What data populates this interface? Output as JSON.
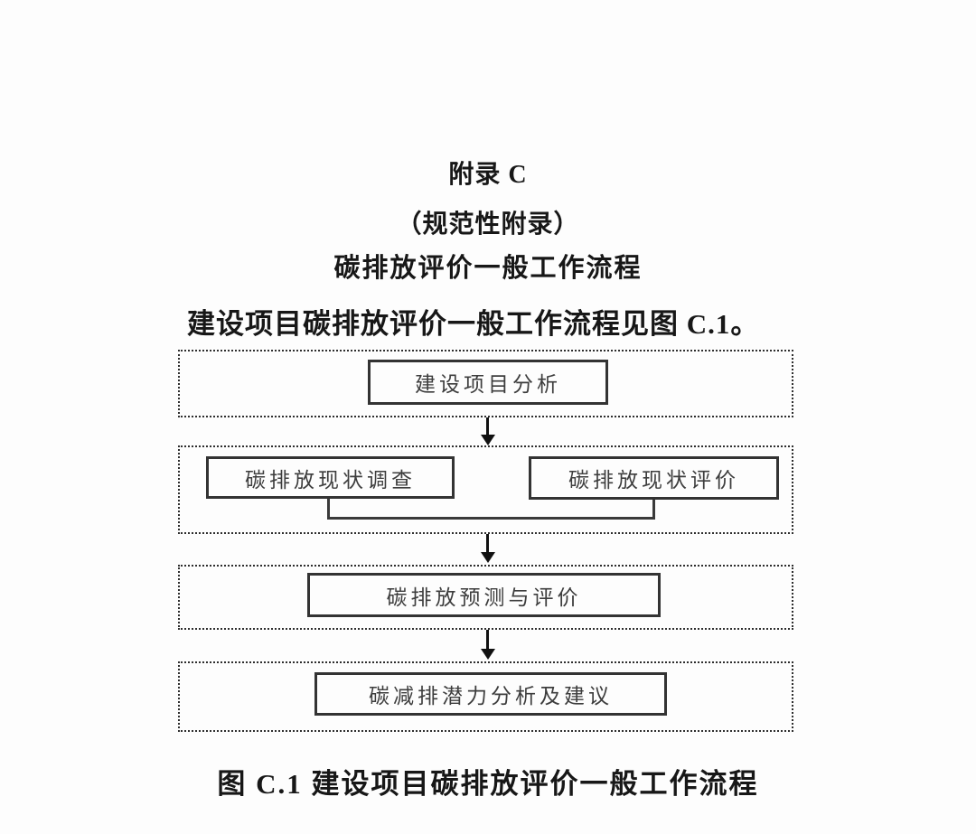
{
  "page": {
    "background_color": "#fdfdfd",
    "text_color": "#171717",
    "line_color": "#333333"
  },
  "header": {
    "appendix_title": "附录 C",
    "appendix_type": "（规范性附录）",
    "appendix_subject": "碳排放评价一般工作流程",
    "intro_text": "建设项目碳排放评价一般工作流程见图 C.1。"
  },
  "flowchart": {
    "stages": [
      {
        "boxes": [
          "建设项目分析"
        ]
      },
      {
        "boxes": [
          "碳排放现状调查",
          "碳排放现状评价"
        ]
      },
      {
        "boxes": [
          "碳排放预测与评价"
        ]
      },
      {
        "boxes": [
          "碳减排潜力分析及建议"
        ]
      }
    ],
    "connector_icon": "arrow-down"
  },
  "caption": "图 C.1  建设项目碳排放评价一般工作流程"
}
